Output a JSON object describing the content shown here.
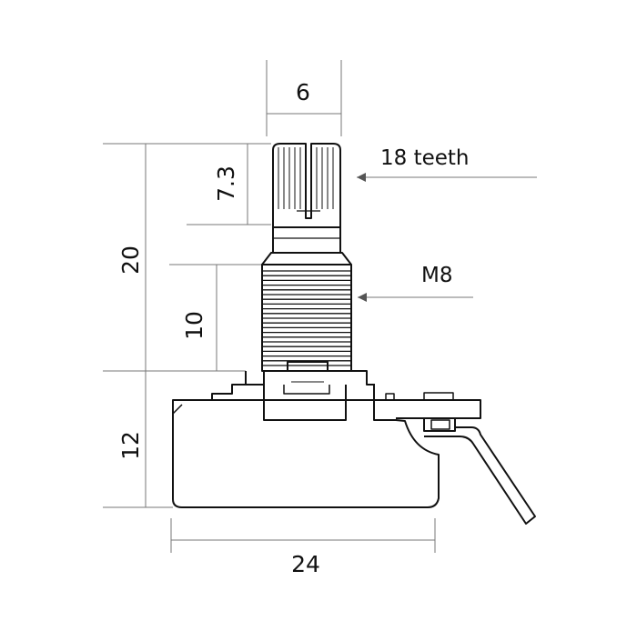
{
  "dimensions": {
    "shaft_diameter": "6",
    "knurl_height": "7.3",
    "shaft_length": "20",
    "thread_length": "10",
    "body_height": "12",
    "body_width": "24"
  },
  "callouts": {
    "knurl": "18 teeth",
    "thread": "M8"
  },
  "colors": {
    "line": "#111111",
    "dim_line": "#777777",
    "background": "#ffffff"
  }
}
